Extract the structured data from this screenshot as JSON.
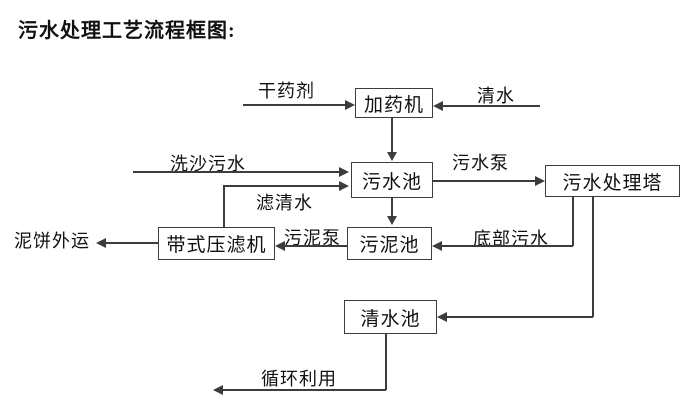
{
  "page": {
    "title": "污水处理工艺流程框图:"
  },
  "flowchart": {
    "nodes": {
      "dosing_machine": "加药机",
      "sewage_pool": "污水池",
      "sewage_treatment_tower": "污水处理塔",
      "sludge_pool": "污泥池",
      "belt_filter_press": "带式压滤机",
      "clean_water_pool": "清水池"
    },
    "flow_labels": {
      "dry_agent": "干药剂",
      "clean_water_in": "清水",
      "sand_washing_sewage": "洗沙污水",
      "sewage_pump": "污水泵",
      "filtered_water": "滤清水",
      "sludge_pump": "污泥泵",
      "bottom_sewage": "底部污水",
      "mud_cake_transport": "泥饼外运",
      "recycling": "循环利用"
    },
    "connections": [
      {
        "from": "干药剂",
        "to": "加药机",
        "label": ""
      },
      {
        "from": "清水",
        "to": "加药机",
        "label": ""
      },
      {
        "from": "加药机",
        "to": "污水池",
        "label": ""
      },
      {
        "from": "洗沙污水",
        "to": "污水池",
        "label": ""
      },
      {
        "from": "带式压滤机",
        "to": "污水池",
        "label": "滤清水"
      },
      {
        "from": "污水池",
        "to": "污水处理塔",
        "label": "污水泵"
      },
      {
        "from": "污水池",
        "to": "污泥池",
        "label": ""
      },
      {
        "from": "污水处理塔",
        "to": "污泥池",
        "label": "底部污水"
      },
      {
        "from": "污水处理塔",
        "to": "清水池",
        "label": ""
      },
      {
        "from": "污泥池",
        "to": "带式压滤机",
        "label": "污泥泵"
      },
      {
        "from": "带式压滤机",
        "to": "外部",
        "label": "泥饼外运"
      },
      {
        "from": "清水池",
        "to": "外部",
        "label": "循环利用"
      }
    ],
    "colors": {
      "line": "#3c3c3c",
      "text": "#111111",
      "background": "#ffffff"
    }
  }
}
